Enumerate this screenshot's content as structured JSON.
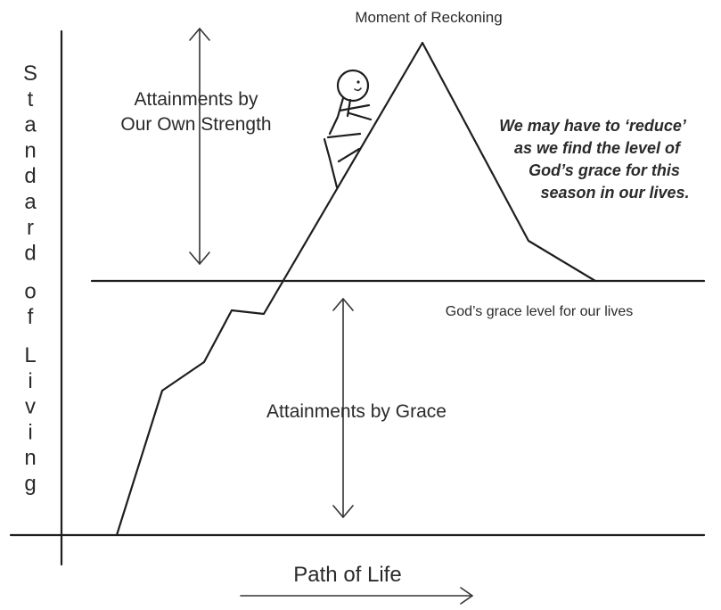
{
  "title": "Moment of Reckoning",
  "y_axis_label": "Standard of Living",
  "x_axis_label": "Path of Life",
  "upper_region": {
    "line1": "Attainments by",
    "line2": "Our Own Strength"
  },
  "lower_region_label": "Attainments by Grace",
  "grace_line_label": "God’s grace level for our lives",
  "note": {
    "line1": "We may have to ‘reduce’",
    "line2": "as we find the level of",
    "line3": "God’s grace for this",
    "line4": "season in our lives."
  }
}
